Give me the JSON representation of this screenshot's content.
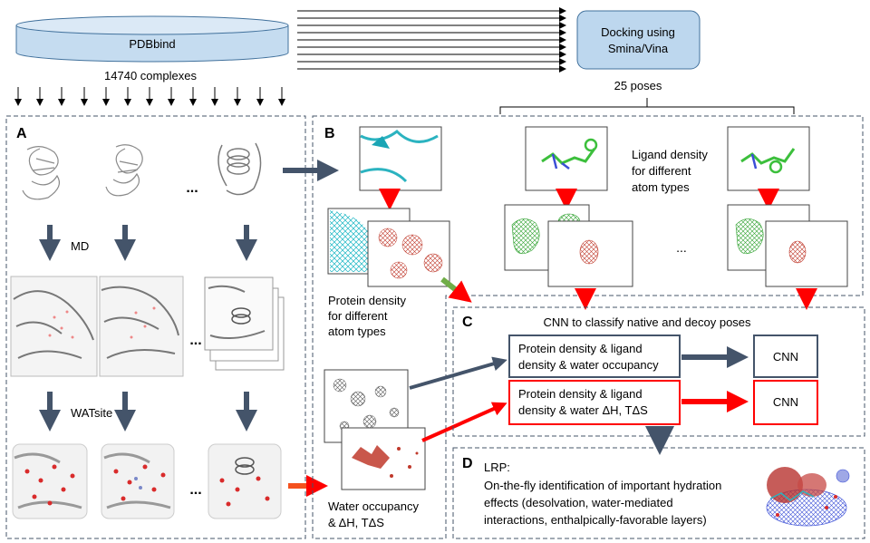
{
  "database": {
    "name": "PDBbind",
    "count_label": "14740 complexes"
  },
  "docking": {
    "line1": "Docking using",
    "line2": "Smina/Vina",
    "poses_label": "25 poses"
  },
  "panels": {
    "a": {
      "letter": "A",
      "md_label": "MD",
      "watsite_label": "WATsite",
      "ellipsis": "..."
    },
    "b": {
      "letter": "B",
      "ligand_density_line1": "Ligand density",
      "ligand_density_line2": "for different",
      "ligand_density_line3": "atom types",
      "ellipsis": "...",
      "protein_density_line1": "Protein density",
      "protein_density_line2": "for different",
      "protein_density_line3": "atom types",
      "water_line1": "Water occupancy",
      "water_line2": "& ΔH, TΔS"
    },
    "c": {
      "letter": "C",
      "title": "CNN to classify native and decoy poses",
      "box1_line1": "Protein density & ligand",
      "box1_line2": "density & water occupancy",
      "box2_line1": "Protein density & ligand",
      "box2_line2": "density & water ΔH, TΔS",
      "cnn_label": "CNN"
    },
    "d": {
      "letter": "D",
      "line1": "LRP:",
      "line2": "On-the-fly identification of important hydration",
      "line3": "effects (desolvation, water-mediated",
      "line4": "interactions, enthalpically-favorable layers)"
    }
  },
  "colors": {
    "navy_arrow": "#44546a",
    "red": "#ff0000",
    "green": "#70ad47",
    "orange": "#f4511e",
    "cylinder": "#c5dcf0",
    "dock_box": "#bdd7ee"
  }
}
